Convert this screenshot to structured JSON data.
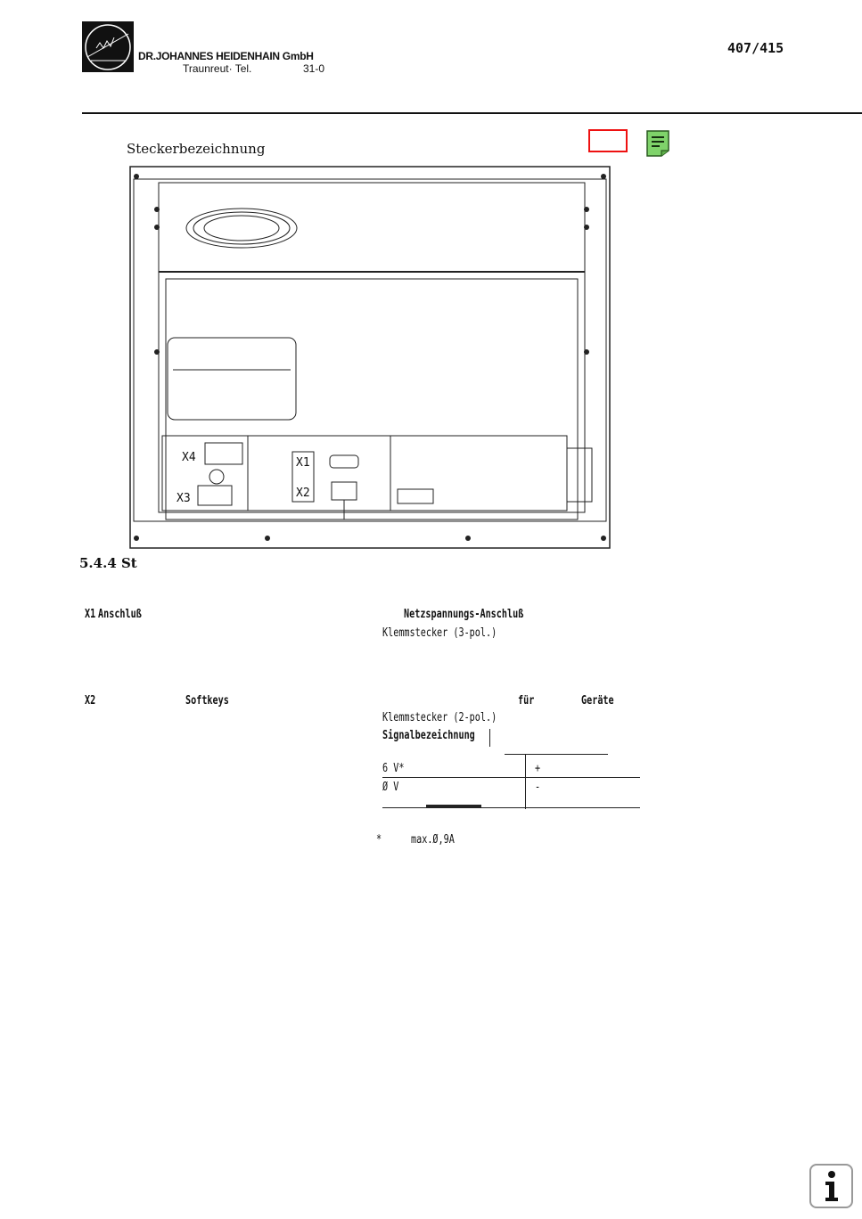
{
  "header": {
    "company": "DR.JOHANNES  HEIDENHAIN  GmbH",
    "address": "Traunreut· Tel.",
    "tel": "31-0",
    "page_number": "407/415"
  },
  "page_title": "Steckerbezeichnung",
  "drawing": {
    "labels": [
      "X4",
      "X3",
      "X1",
      "X2"
    ]
  },
  "section_heading": "5.4.4 St",
  "connectors": {
    "x1": {
      "label": "X1",
      "word": "Anschluß",
      "description": "Netzspannungs-Anschluß",
      "sub": "Klemmstecker (3-pol.)"
    },
    "x2": {
      "label": "X2",
      "word": "Softkeys",
      "desc_a": "für",
      "desc_b": "Geräte",
      "sub": "Klemmstecker (2-pol.)",
      "signal_heading": "Signalbezeichnung",
      "rows": [
        {
          "signal": "6 V*",
          "pin": "+"
        },
        {
          "signal": "Ø V",
          "pin": "-"
        }
      ]
    }
  },
  "footnote": {
    "mark": "*",
    "text": "max.Ø,9A"
  },
  "icons": {
    "note": "note-icon",
    "info": "info-icon",
    "logo": "heidenhain-logo"
  }
}
